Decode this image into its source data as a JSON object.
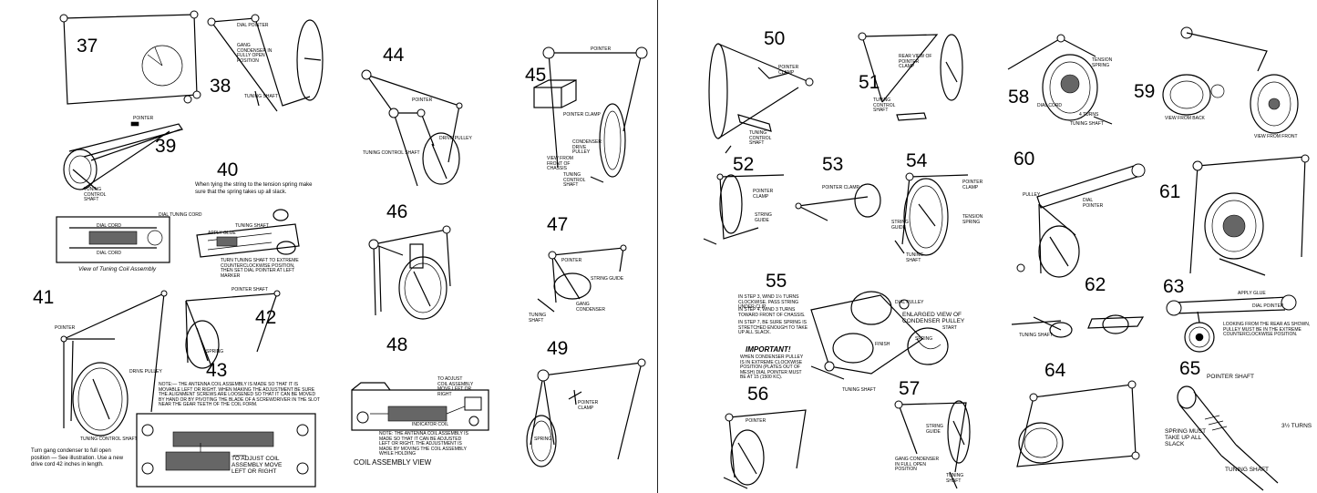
{
  "figures": {
    "f37": {
      "number": "37"
    },
    "f38": {
      "number": "38",
      "labels": [
        "DIAL POINTER",
        "GANG CONDENSER IN FULLY OPEN POSITION",
        "TUNING SHAFT"
      ]
    },
    "f39": {
      "number": "39",
      "labels": [
        "POINTER",
        "TUNING CONTROL SHAFT"
      ]
    },
    "f40": {
      "number": "40",
      "note": "When tying the string to the tension spring make sure that the spring takes up all slack.",
      "labels": [
        "DIAL TUNING CORD",
        "DIAL CORD",
        "DIAL CORD",
        "TUNING SHAFT",
        "APPLY GLUE",
        "TURN TUNING SHAFT TO EXTREME COUNTERCLOCKWISE POSITION, THEN SET DIAL POINTER AT LEFT MARKER"
      ],
      "caption": "View of Tuning Coil Assembly"
    },
    "f41": {
      "number": "41",
      "labels": [
        "POINTER",
        "DRIVE PULLEY",
        "TUNING CONTROL SHAFT"
      ],
      "note": "Turn gang condenser to full open position — See illustration. Use a new drive cord 42 inches in length."
    },
    "f42": {
      "number": "42",
      "labels": [
        "POINTER SHAFT",
        "SPRING"
      ]
    },
    "f43": {
      "number": "43",
      "note": "NOTE:— THE ANTENNA COIL ASSEMBLY IS MADE SO THAT IT IS MOVABLE LEFT OR RIGHT. WHEN MAKING THE ADJUSTMENT BE SURE THE ALIGNMENT SCREWS ARE LOOSENED SO THAT IT CAN BE MOVED BY HAND OR BY PIVOTING THE BLADE OF A SCREWDRIVER IN THE SLOT NEAR THE GEAR TEETH OF THE COIL FORM.",
      "labels": [
        "TO ADJUST COIL ASSEMBLY MOVE LEFT OR RIGHT"
      ]
    },
    "f44": {
      "number": "44",
      "labels": [
        "POINTER",
        "DRIVE PULLEY",
        "TUNING CONTROL SHAFT"
      ]
    },
    "f45": {
      "number": "45",
      "labels": [
        "POINTER",
        "POINTER CLAMP",
        "CONDENSER DRIVE PULLEY",
        "VIEW FROM FRONT OF CHASSIS",
        "TUNING CONTROL SHAFT"
      ]
    },
    "f46": {
      "number": "46"
    },
    "f47": {
      "number": "47",
      "labels": [
        "POINTER",
        "STRING GUIDE",
        "GANG CONDENSER",
        "TUNING SHAFT"
      ]
    },
    "f48": {
      "number": "48",
      "labels": [
        "TO ADJUST COIL ASSEMBLY MOVE LEFT OR RIGHT",
        "INDICATOR COIL"
      ],
      "note": "NOTE: THE ANTENNA COIL ASSEMBLY IS MADE SO THAT IT CAN BE ADJUSTED LEFT OR RIGHT. THE ADJUSTMENT IS MADE BY MOVING THE COIL ASSEMBLY WHILE HOLDING",
      "caption": "COIL ASSEMBLY VIEW"
    },
    "f49": {
      "number": "49",
      "labels": [
        "POINTER CLAMP",
        "SPRING"
      ]
    },
    "f50": {
      "number": "50",
      "labels": [
        "POINTER CLAMP",
        "TUNING CONTROL SHAFT"
      ]
    },
    "f51": {
      "number": "51",
      "labels": [
        "REAR VIEW OF POINTER CLAMP",
        "TUNING CONTROL SHAFT"
      ]
    },
    "f52": {
      "number": "52",
      "labels": [
        "POINTER CLAMP",
        "STRING GUIDE"
      ]
    },
    "f53": {
      "number": "53",
      "labels": [
        "POINTER CLAMP"
      ]
    },
    "f54": {
      "number": "54",
      "labels": [
        "POINTER CLAMP",
        "TENSION SPRING",
        "STRING GUIDE",
        "TUNING SHAFT"
      ]
    },
    "f55": {
      "number": "55",
      "steps": [
        "IN STEP 3, WIND 1½ TURNS CLOCKWISE. PASS STRING UNDER CLIP.",
        "IN STEP 4, WIND 3 TURNS TOWARD FRONT OF CHASSIS.",
        "IN STEP 7, BE SURE SPRING IS STRETCHED ENOUGH TO TAKE UP ALL SLACK."
      ],
      "important_title": "IMPORTANT!",
      "important": "WHEN CONDENSER PULLEY IS IN EXTREME CLOCKWISE POSITION (PLATES OUT OF MESH) DIAL POINTER MUST BE AT 15 (1500 KC).",
      "labels": [
        "DIAL PULLEY",
        "ENLARGED VIEW OF CONDENSER PULLEY",
        "START",
        "FINISH",
        "SPRING",
        "TUNING SHAFT"
      ]
    },
    "f56": {
      "number": "56",
      "labels": [
        "POINTER"
      ]
    },
    "f57": {
      "number": "57",
      "labels": [
        "STRING GUIDE",
        "GANG CONDENSER IN FULL OPEN POSITION",
        "TUNING SHAFT"
      ]
    },
    "f58": {
      "number": "58",
      "labels": [
        "TENSION SPRING",
        "DIAL CORD",
        "4 TURNS",
        "TUNING SHAFT"
      ]
    },
    "f59": {
      "number": "59",
      "labels": [
        "VIEW FROM BACK",
        "VIEW FROM FRONT"
      ]
    },
    "f60": {
      "number": "60",
      "labels": [
        "PULLEY",
        "DIAL POINTER"
      ]
    },
    "f61": {
      "number": "61"
    },
    "f62": {
      "number": "62",
      "labels": [
        "TUNING SHAFT"
      ]
    },
    "f63": {
      "number": "63",
      "labels": [
        "APPLY GLUE",
        "DIAL POINTER",
        "LOOKING FROM THE REAR AS SHOWN, PULLEY MUST BE IN THE EXTREME COUNTERCLOCKWISE POSITION."
      ]
    },
    "f64": {
      "number": "64"
    },
    "f65": {
      "number": "65",
      "labels": [
        "POINTER SHAFT",
        "SPRING MUST TAKE UP ALL SLACK",
        "3½ TURNS",
        "TUNING SHAFT"
      ]
    }
  }
}
